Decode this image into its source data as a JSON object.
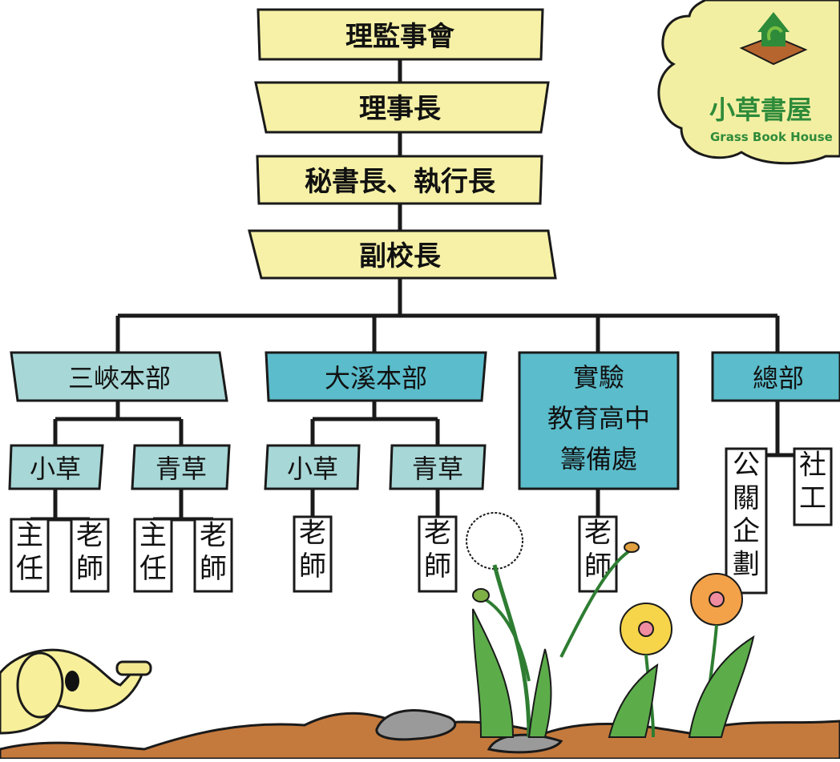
{
  "logo": {
    "name_zh": "小草書屋",
    "name_en": "Grass Book House"
  },
  "org": {
    "level1": "理監事會",
    "level2": "理事長",
    "level3": "秘書長、執行長",
    "level4": "副校長",
    "divisions": {
      "sanxia": {
        "label": "三峽本部",
        "xiaocao": {
          "label": "小草",
          "director": "主任",
          "teacher": "老師"
        },
        "qingcao": {
          "label": "青草",
          "director": "主任",
          "teacher": "老師"
        }
      },
      "daxi": {
        "label": "大溪本部",
        "xiaocao": {
          "label": "小草",
          "teacher": "老師"
        },
        "qingcao": {
          "label": "青草",
          "teacher": "老師"
        }
      },
      "experimental": {
        "line1": "實驗",
        "line2": "教育高中",
        "line3": "籌備處",
        "teacher": "老師"
      },
      "hq": {
        "label": "總部",
        "pr": "公關企劃",
        "social": "社工"
      }
    }
  },
  "colors": {
    "yellow_box": "#f6f1a6",
    "sanxia_teal": "#a7d7d6",
    "daxi_teal": "#5bbccb",
    "white_box": "#ffffff",
    "line": "#1a1a1a",
    "logo_cloud": "#f3efa2",
    "logo_green": "#2e8b3a"
  }
}
